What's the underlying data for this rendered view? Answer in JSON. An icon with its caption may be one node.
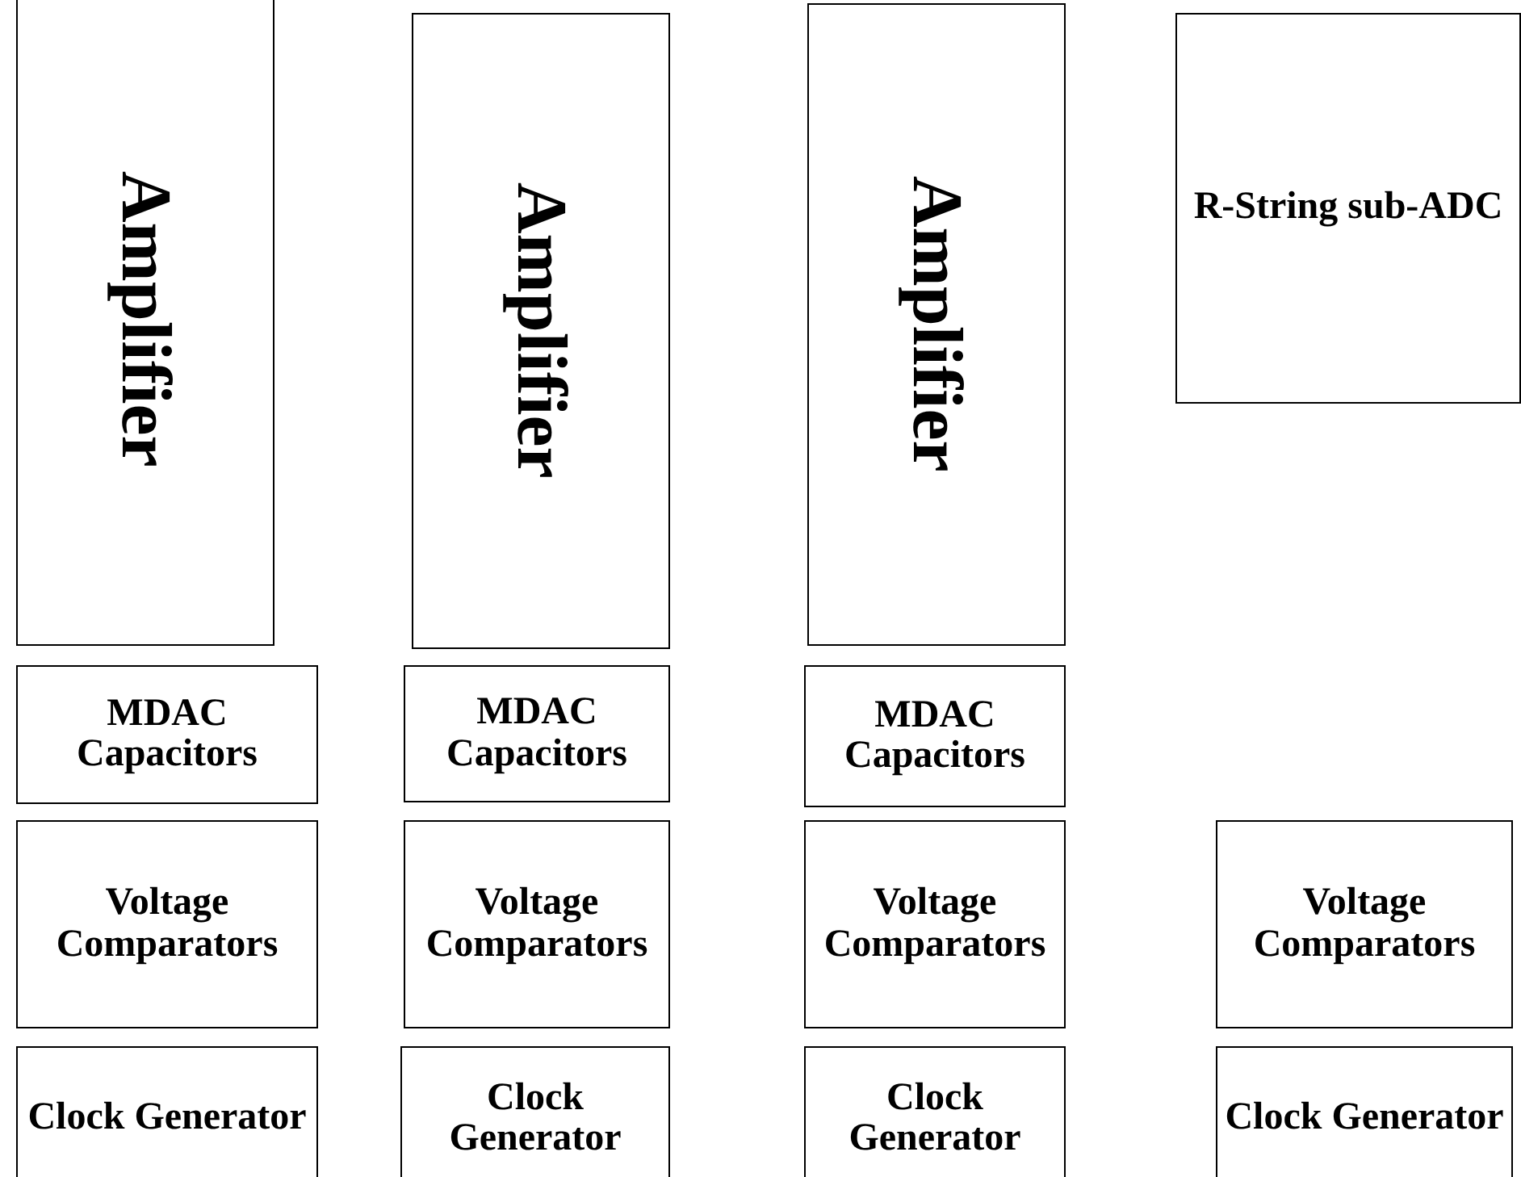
{
  "diagram": {
    "nodes": [
      {
        "text": [
          "Amplifier"
        ]
      },
      {
        "text": [
          "Amplifier"
        ]
      },
      {
        "text": [
          "Amplifier"
        ]
      },
      {
        "text": [
          "R-String sub-ADC"
        ]
      },
      {
        "text": [
          "MDAC Capacitors"
        ]
      },
      {
        "text": [
          "MDAC Capacitors"
        ]
      },
      {
        "text": [
          "MDAC Capacitors"
        ]
      },
      {
        "text": [
          "Voltage Comparators"
        ]
      },
      {
        "text": [
          "Voltage Comparators"
        ]
      },
      {
        "text": [
          "Voltage Comparators"
        ]
      },
      {
        "text": [
          "Voltage Comparators"
        ]
      },
      {
        "text": [
          "Clock Generator"
        ]
      },
      {
        "text": [
          "Clock Generator"
        ]
      },
      {
        "text": [
          "Clock Generator"
        ]
      },
      {
        "text": [
          "Clock Generator"
        ]
      }
    ]
  }
}
